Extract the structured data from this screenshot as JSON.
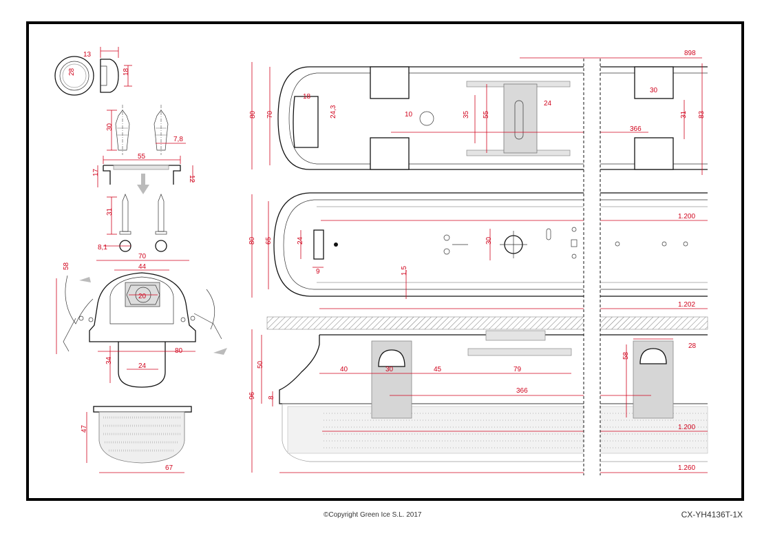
{
  "footer": {
    "copyright": "©Copyright Green Ice S.L. 2017",
    "model_code": "CX-YH4136T-1X"
  },
  "dimensions": {
    "end_cap": {
      "depth": "13",
      "diameter": "28",
      "height": "18"
    },
    "wall_plug": {
      "length": "30",
      "width": "7,8"
    },
    "ceiling_clip": {
      "width": "55",
      "height": "17",
      "step": "12"
    },
    "screw": {
      "length": "31",
      "diameter": "8,1"
    },
    "section": {
      "width": "70",
      "top": "44",
      "hole": "20",
      "height": "58",
      "base": "80",
      "height2": "34",
      "lens": "24"
    },
    "diffuser_end": {
      "height": "47",
      "width": "67"
    },
    "top_view": {
      "total": "898",
      "width": "80",
      "inner": "70",
      "cap_w": "18",
      "cap_h": "24,3",
      "knob": "10",
      "clip_h": "35",
      "clip_h2": "55",
      "slot": "24",
      "spacing": "366",
      "end_clip": "30",
      "end_h": "31",
      "end_total": "83"
    },
    "tray_view": {
      "width": "80",
      "inner": "65",
      "latch": "24",
      "latch_w": "9",
      "knob": "30",
      "gap": "1,5",
      "length": "1.200",
      "total": "1.202"
    },
    "side_view": {
      "height": "96",
      "body": "50",
      "base": "8",
      "a": "40",
      "b": "30",
      "c": "45",
      "d": "79",
      "spacing": "366",
      "clip_w": "28",
      "clip_h": "58",
      "tube": "1.200",
      "overall": "1.260"
    }
  }
}
